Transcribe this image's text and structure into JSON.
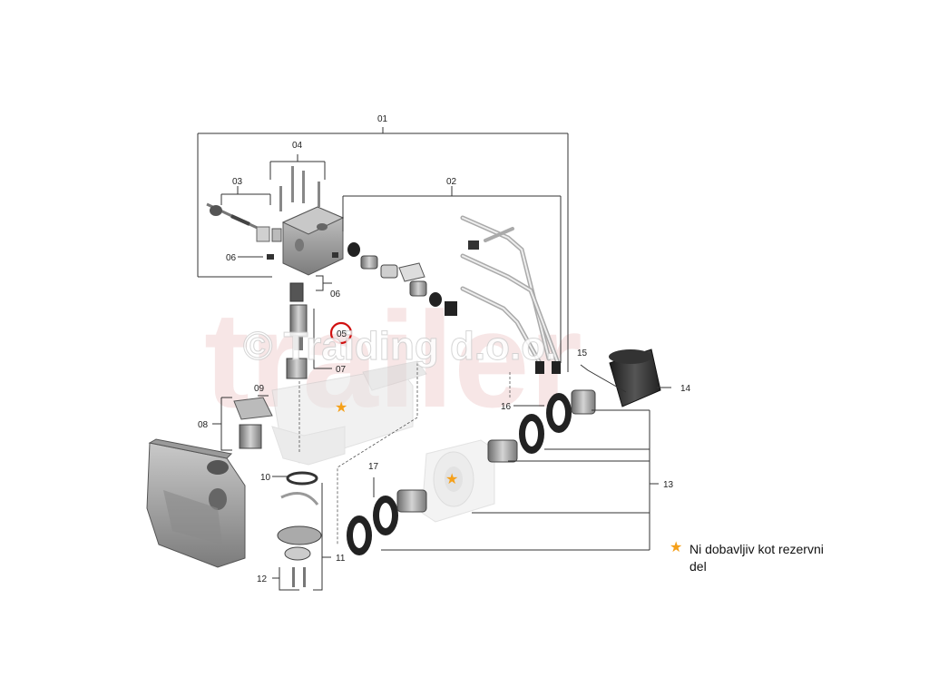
{
  "watermark": {
    "text": "© Traiding d.o.o.",
    "back_text": "trailer",
    "color": "#f3d8d8"
  },
  "colors": {
    "star": "#f5a01a",
    "highlight_circle": "#d01010"
  },
  "callouts": {
    "c01": "01",
    "c02": "02",
    "c03": "03",
    "c04": "04",
    "c05": "05",
    "c06a": "06",
    "c06b": "06",
    "c07": "07",
    "c08": "08",
    "c09": "09",
    "c10": "10",
    "c11": "11",
    "c12": "12",
    "c13": "13",
    "c14": "14",
    "c15": "15",
    "c16": "16",
    "c17": "17"
  },
  "highlighted_callout": "05",
  "legend": {
    "icon": "star-icon",
    "symbol": "★",
    "text": "Ni dobavljiv kot rezervni del"
  },
  "marked_parts_star": "★"
}
